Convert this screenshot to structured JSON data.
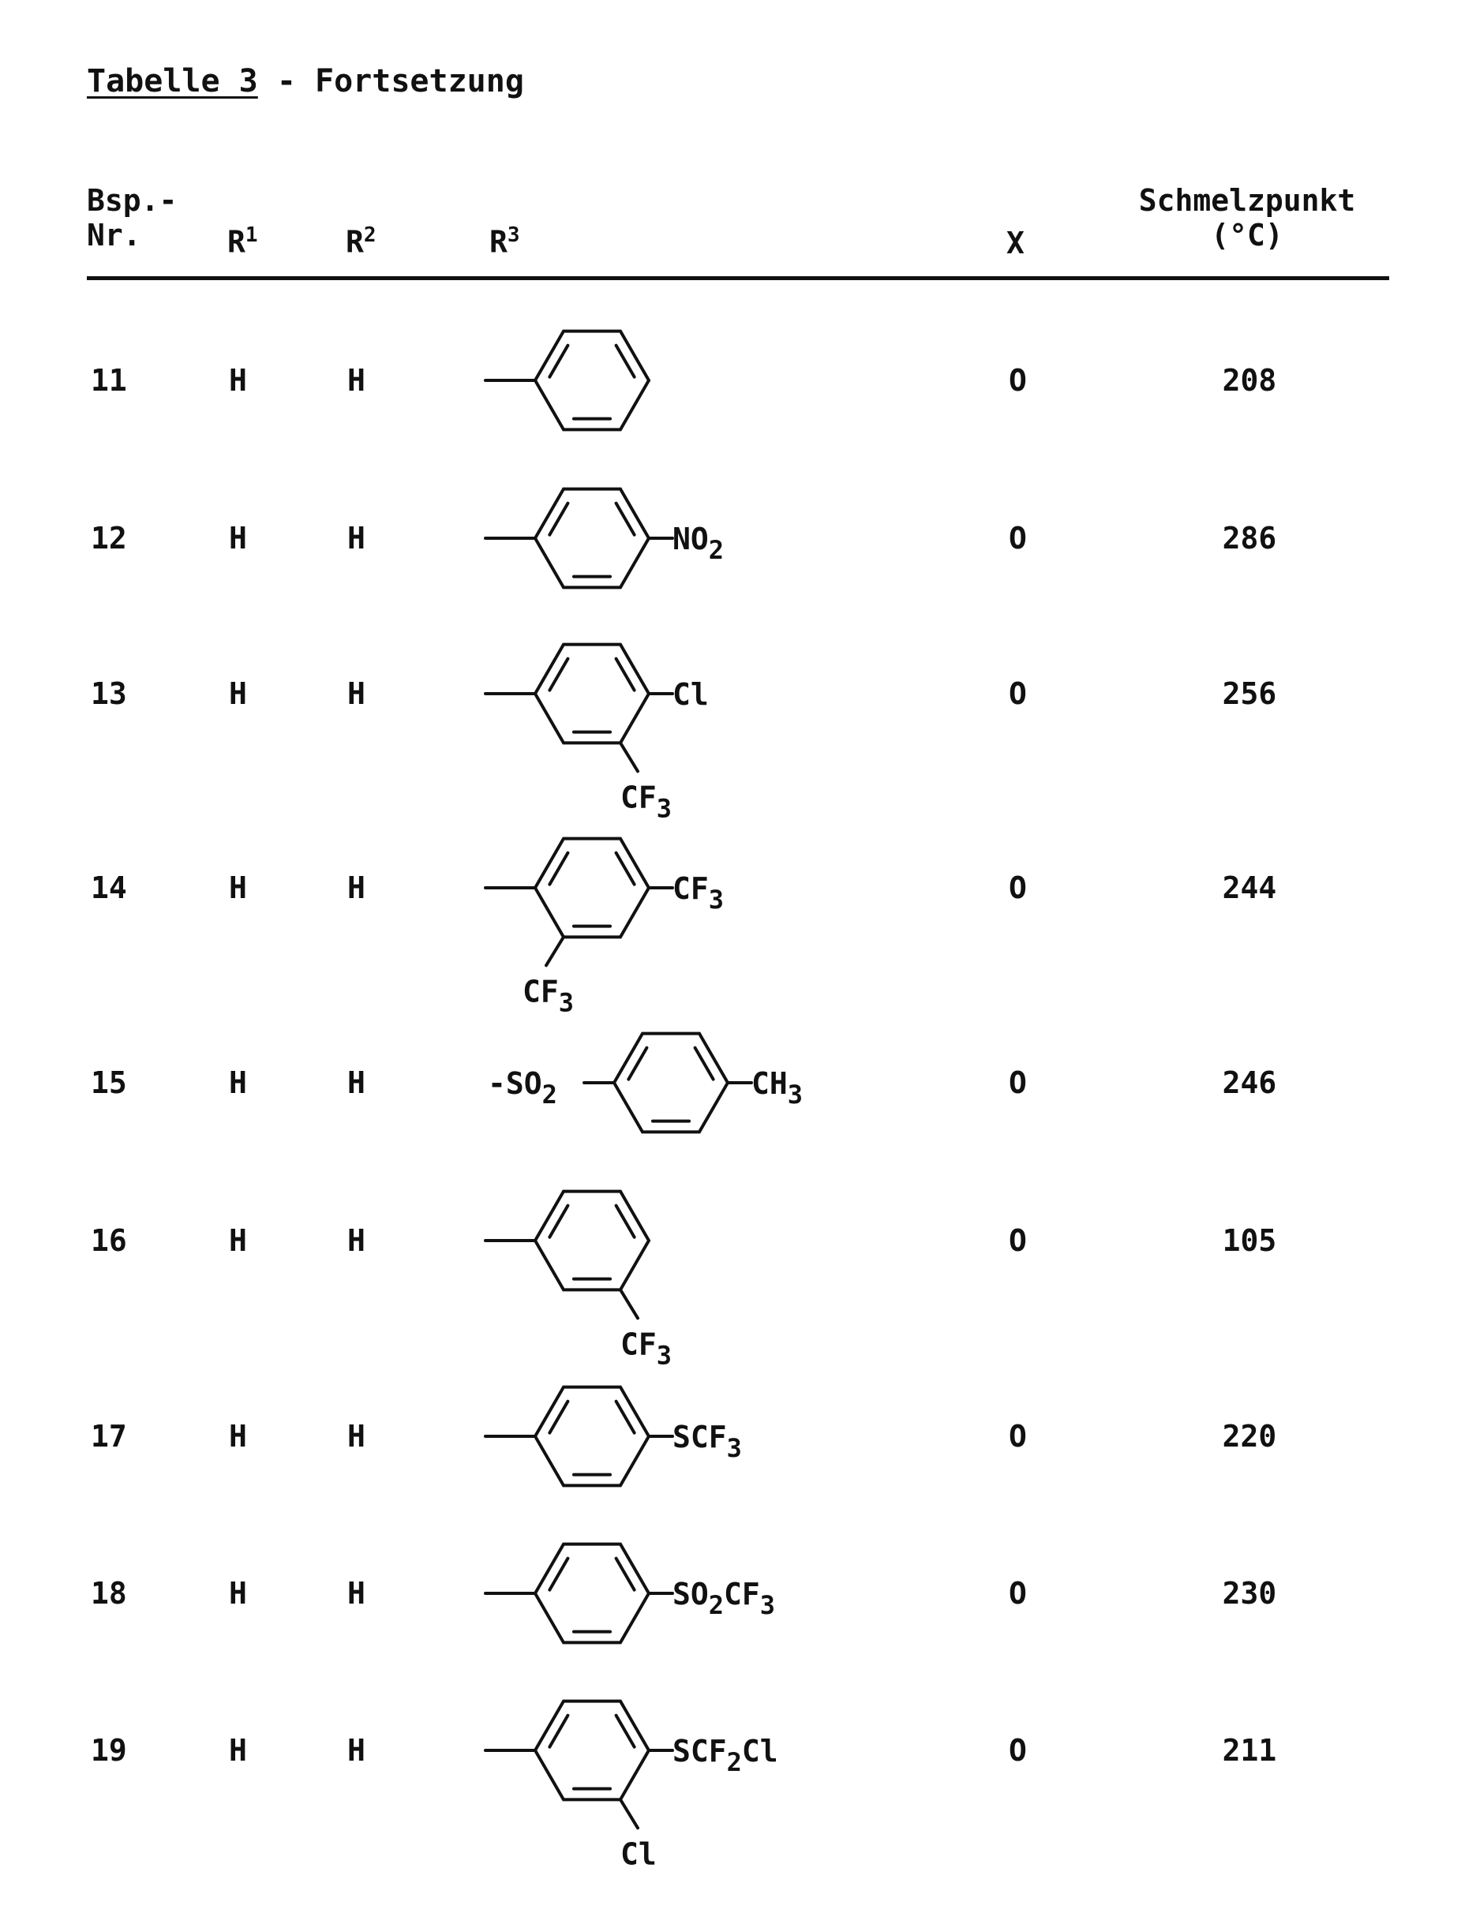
{
  "title": {
    "underlined": "Tabelle 3",
    "rest": " - Fortsetzung"
  },
  "headers": {
    "bsp_line1": "Bsp.-",
    "bsp_line2": "Nr.",
    "r1": "R",
    "r1_sup": "1",
    "r2": "R",
    "r2_sup": "2",
    "r3": "R",
    "r3_sup": "3",
    "x": "X",
    "mp_line1": "Schmelzpunkt",
    "mp_line2": "(°C)"
  },
  "rows": [
    {
      "nr": "11",
      "r1": "H",
      "r2": "H",
      "r3": "phenyl",
      "x": "O",
      "mp": "208"
    },
    {
      "nr": "12",
      "r1": "H",
      "r2": "H",
      "r3": "4-NO2-phenyl",
      "para": "NO",
      "para_sub": "2",
      "x": "O",
      "mp": "286"
    },
    {
      "nr": "13",
      "r1": "H",
      "r2": "H",
      "r3": "4-Cl-3-CF3-phenyl",
      "para": "Cl",
      "meta": "CF",
      "meta_sub": "3",
      "x": "O",
      "mp": "256"
    },
    {
      "nr": "14",
      "r1": "H",
      "r2": "H",
      "r3": "2,4-bis-CF3-phenyl",
      "para": "CF",
      "para_sub": "3",
      "ortho": "CF",
      "ortho_sub": "3",
      "x": "O",
      "mp": "244"
    },
    {
      "nr": "15",
      "r1": "H",
      "r2": "H",
      "r3": "tosyl",
      "prefix": "-SO",
      "prefix_sub": "2",
      "para": "CH",
      "para_sub": "3",
      "x": "O",
      "mp": "246"
    },
    {
      "nr": "16",
      "r1": "H",
      "r2": "H",
      "r3": "3-CF3-phenyl",
      "meta": "CF",
      "meta_sub": "3",
      "x": "O",
      "mp": "105"
    },
    {
      "nr": "17",
      "r1": "H",
      "r2": "H",
      "r3": "4-SCF3-phenyl",
      "para": "SCF",
      "para_sub": "3",
      "x": "O",
      "mp": "220"
    },
    {
      "nr": "18",
      "r1": "H",
      "r2": "H",
      "r3": "4-SO2CF3-phenyl",
      "para": "SO",
      "para_sub": "2",
      "para_tail": "CF",
      "para_tail_sub": "3",
      "x": "O",
      "mp": "230"
    },
    {
      "nr": "19",
      "r1": "H",
      "r2": "H",
      "r3": "4-SCF2Cl-3-Cl-phenyl",
      "para": "SCF",
      "para_sub": "2",
      "para_tail": "Cl",
      "meta": "Cl",
      "x": "O",
      "mp": "211"
    }
  ]
}
